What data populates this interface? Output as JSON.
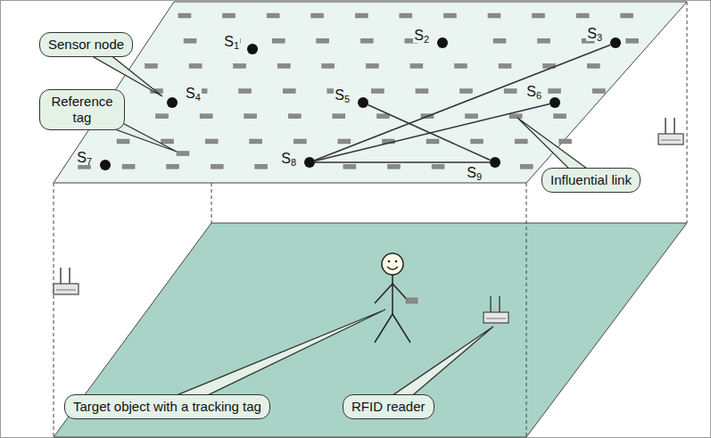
{
  "diagram": {
    "nodes": [
      {
        "text": [
          "S1"
        ]
      },
      {
        "text": [
          "S2"
        ]
      },
      {
        "text": [
          "S3"
        ]
      },
      {
        "text": [
          "S4"
        ]
      },
      {
        "text": [
          "S5"
        ]
      },
      {
        "text": [
          "S6"
        ]
      },
      {
        "text": [
          "S7"
        ]
      },
      {
        "text": [
          "S8"
        ]
      },
      {
        "text": [
          "S9"
        ]
      },
      {
        "text": [
          "Sensor node"
        ]
      },
      {
        "text": [
          "Reference tag"
        ]
      },
      {
        "text": [
          "Influential link"
        ]
      },
      {
        "text": [
          "Target object with a tracking tag"
        ]
      },
      {
        "text": [
          "RFID reader"
        ]
      }
    ],
    "edges": [
      {
        "from": 7,
        "to": 2,
        "arrow": "none"
      },
      {
        "from": 7,
        "to": 5,
        "arrow": "none"
      },
      {
        "from": 4,
        "to": 8,
        "arrow": "none"
      },
      {
        "from": 7,
        "to": 8,
        "arrow": "none"
      }
    ]
  }
}
